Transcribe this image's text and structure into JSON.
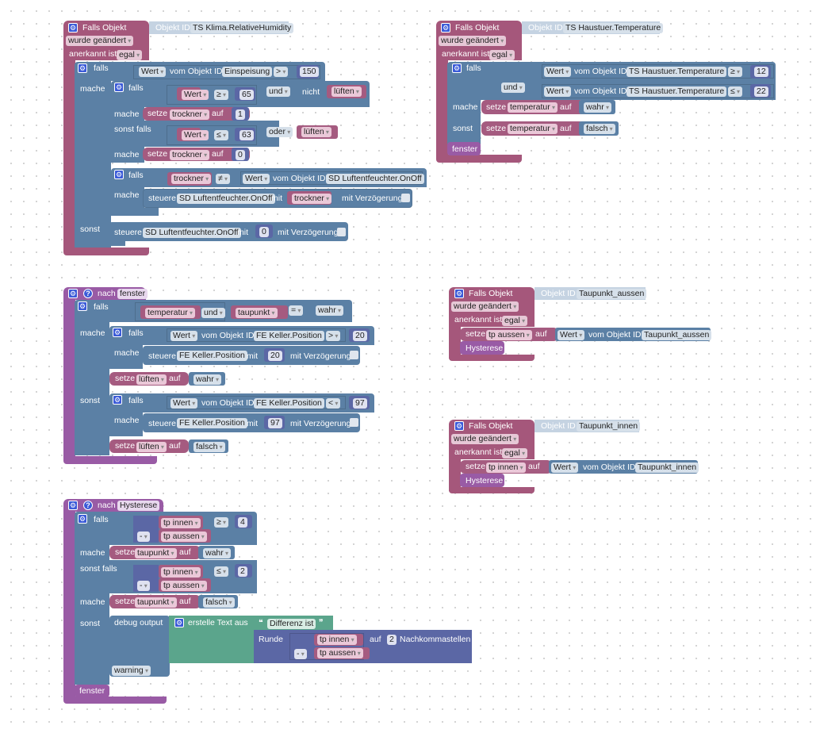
{
  "common": {
    "falls_objekt": "Falls Objekt",
    "objekt_id": "Objekt ID",
    "wurde_geaendert": "wurde geändert",
    "anerkannt_ist": "anerkannt ist",
    "egal": "egal",
    "falls": "falls",
    "mache": "mache",
    "sonst": "sonst",
    "sonst_falls": "sonst falls",
    "setze": "setze",
    "auf": "auf",
    "wert": "Wert",
    "vom_objekt_id": "vom Objekt ID",
    "steuere": "steuere",
    "mit": "mit",
    "mit_verzoegerung": "mit Verzögerung",
    "nach": "nach",
    "und": "und",
    "oder": "oder",
    "nicht": "nicht",
    "wahr": "wahr",
    "falsch": "falsch",
    "minus": "-"
  },
  "block1": {
    "object_id": "TS Klima.RelativeHumidity",
    "cond1": {
      "object": "Einspeisung",
      "op": ">",
      "value": "150"
    },
    "inner_if": {
      "cond_a": {
        "var": "Wert",
        "op": "≥",
        "value": "65",
        "logic": "und",
        "not_var": "lüften"
      },
      "then_var": "trockner",
      "then_value": "1",
      "cond_b": {
        "var": "Wert",
        "op": "≤",
        "value": "63",
        "logic": "oder",
        "var2": "lüften"
      },
      "else_var": "trockner",
      "else_value": "0"
    },
    "if2": {
      "var": "trockner",
      "op": "≠",
      "object": "SD Luftentfeuchter.OnOff",
      "steuere_obj": "SD Luftentfeuchter.OnOff",
      "steuere_var": "trockner"
    },
    "else": {
      "steuere_obj": "SD Luftentfeuchter.OnOff",
      "value": "0"
    }
  },
  "block2": {
    "object_id": "TS Haustuer.Temperature",
    "cond1": {
      "object": "TS Haustuer.Temperature",
      "op": "≥",
      "value": "12"
    },
    "cond2": {
      "object": "TS Haustuer.Temperature",
      "op": "≤",
      "value": "22"
    },
    "var": "temperatur",
    "call": "fenster"
  },
  "block3": {
    "name": "fenster",
    "cond": {
      "var1": "temperatur",
      "logic": "und",
      "var2": "taupunkt",
      "op": "="
    },
    "if_a": {
      "object": "FE Keller.Position",
      "op": ">",
      "value": "20",
      "steuere_obj": "FE Keller.Position",
      "steuere_val": "20"
    },
    "set_a": {
      "var": "lüften",
      "value": "wahr"
    },
    "if_b": {
      "object": "FE Keller.Position",
      "op": "<",
      "value": "97",
      "steuere_obj": "FE Keller.Position",
      "steuere_val": "97"
    },
    "set_b": {
      "var": "lüften",
      "value": "falsch"
    }
  },
  "block4": {
    "object_id": "Taupunkt_aussen",
    "var": "tp aussen",
    "call": "Hysterese"
  },
  "block5": {
    "object_id": "Taupunkt_innen",
    "var": "tp innen",
    "call": "Hysterese"
  },
  "block6": {
    "name": "Hysterese",
    "var_innen": "tp innen",
    "var_aussen": "tp aussen",
    "op1": "≥",
    "val1": "4",
    "op2": "≤",
    "val2": "2",
    "set_var": "taupunkt",
    "debug_output": "debug output",
    "erstelle_text": "erstelle Text aus",
    "text": "Differenz ist",
    "runde": "Runde",
    "auf_n": "auf",
    "n": "2",
    "nachkommastellen": "Nachkommastellen",
    "level": "warning",
    "call": "fenster"
  }
}
